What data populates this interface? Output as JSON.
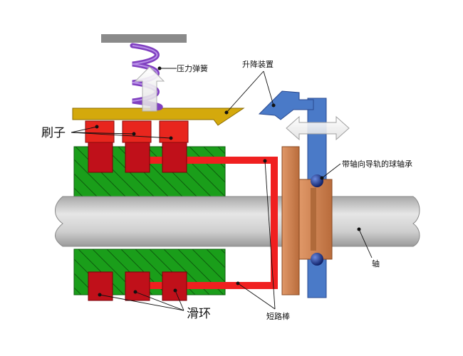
{
  "labels": {
    "spring": "压力弹簧",
    "lift_device": "升降装置",
    "brush": "刷子",
    "bearing": "带轴向导轨的球轴承",
    "shaft": "轴",
    "slip_ring": "滑环",
    "short_circuit_bar": "短路棒"
  },
  "colors": {
    "ring_block": "#1a9e1a",
    "brush": "#e8261e",
    "slip_ring": "#c0101a",
    "short_circuit_bar": "#f02020",
    "flange": "#c87a48",
    "bearing_housing": "#4a7ac8",
    "lift_bar": "#d4a90c",
    "spring": "#8040c0",
    "shaft": "#c8c8c8",
    "ball": "#142a78"
  }
}
